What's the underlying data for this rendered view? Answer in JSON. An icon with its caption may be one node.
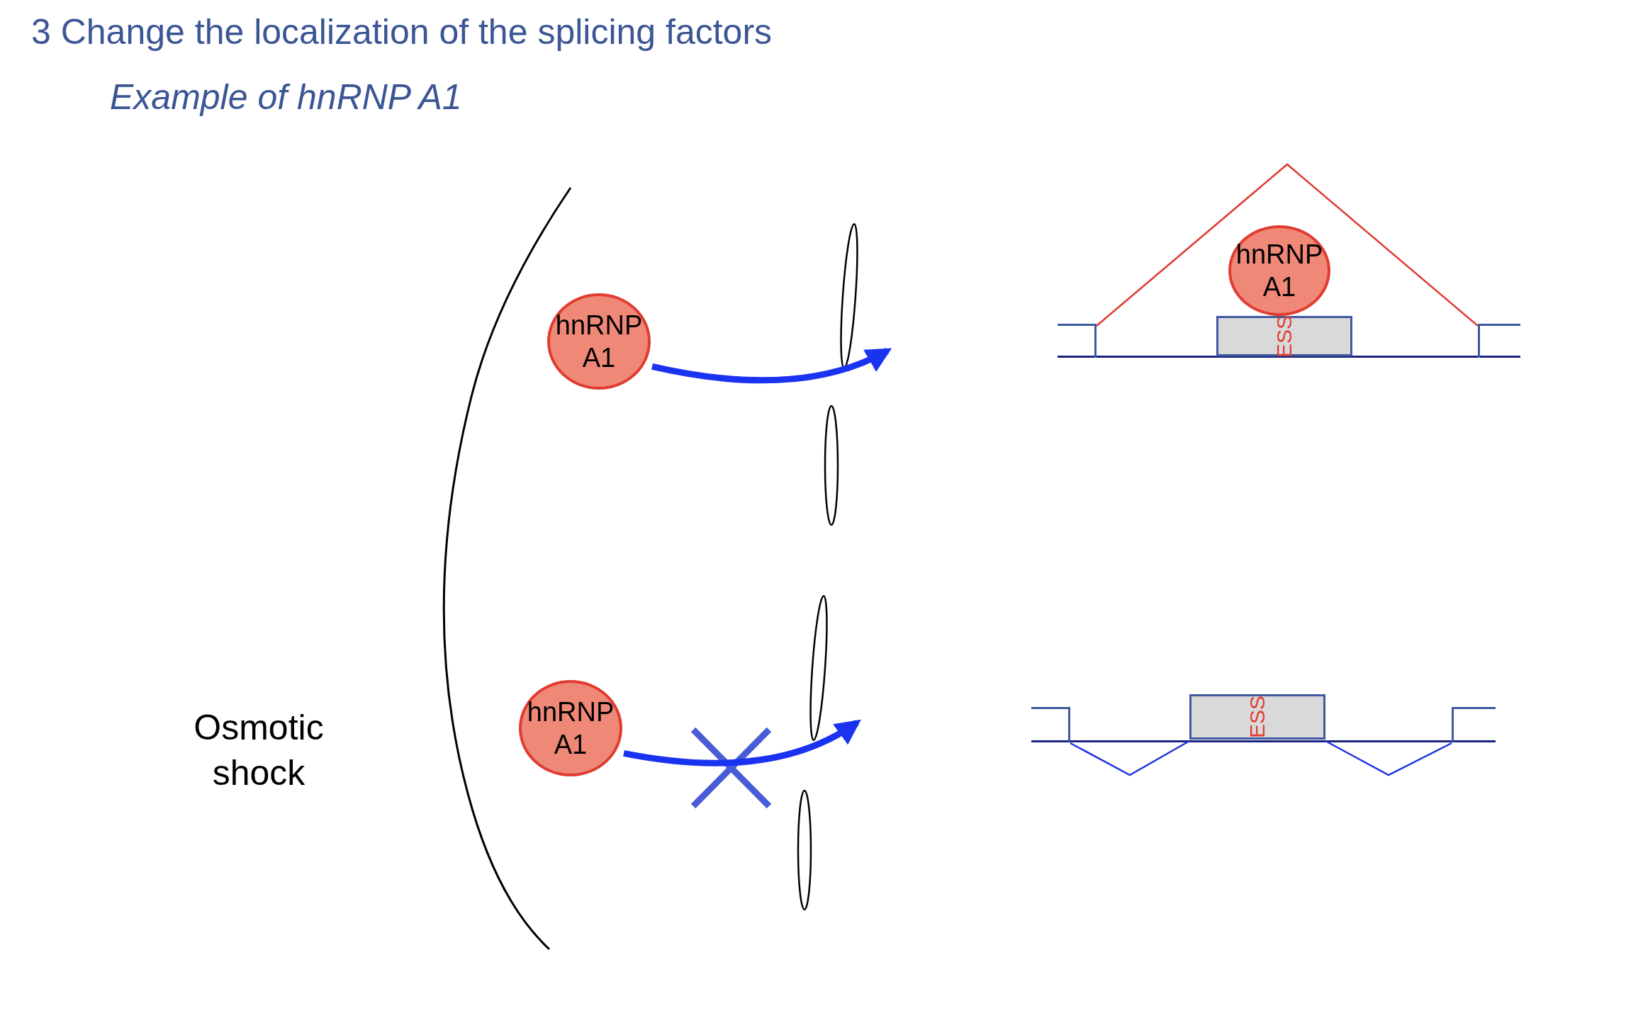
{
  "diagram": {
    "title": "3 Change the localization of the splicing factors",
    "nodes": [
      {
        "text": [
          "hnRNP A1"
        ]
      },
      {
        "text": [],
        "shape": "ellipse"
      },
      {
        "text": [],
        "shape": "ellipse"
      },
      {
        "text": [
          "hnRNP A1"
        ]
      },
      {
        "text": [],
        "shape": "box"
      },
      {
        "text": [
          "ESS"
        ]
      },
      {
        "text": [],
        "shape": "box"
      },
      {
        "text": [],
        "shape": "bar"
      },
      {
        "text": [],
        "shape": "ellipse"
      },
      {
        "text": [
          "hnRNP A1"
        ]
      },
      {
        "text": [],
        "shape": "ellipse"
      },
      {
        "text": [],
        "shape": "box"
      },
      {
        "text": [
          "ESS"
        ]
      },
      {
        "text": [],
        "shape": "box"
      },
      {
        "text": [],
        "shape": "bar"
      }
    ],
    "edges": [
      {
        "from": 0,
        "to": 1,
        "arrow": "to",
        "style": "thick",
        "color": "#1a33f0"
      },
      {
        "from": 4,
        "to": 6,
        "arrow": "none",
        "color": "#e03c31"
      },
      {
        "from": 9,
        "to": 8,
        "arrow": "to",
        "style": "thick",
        "color": "#1a33f0"
      },
      {
        "from": 11,
        "to": 12,
        "arrow": "none",
        "color": "#2035e0"
      },
      {
        "from": 12,
        "to": 13,
        "arrow": "none",
        "color": "#2035e0"
      }
    ],
    "labels": [
      "Example of hnRNP A1",
      "Osmotic shock"
    ]
  }
}
